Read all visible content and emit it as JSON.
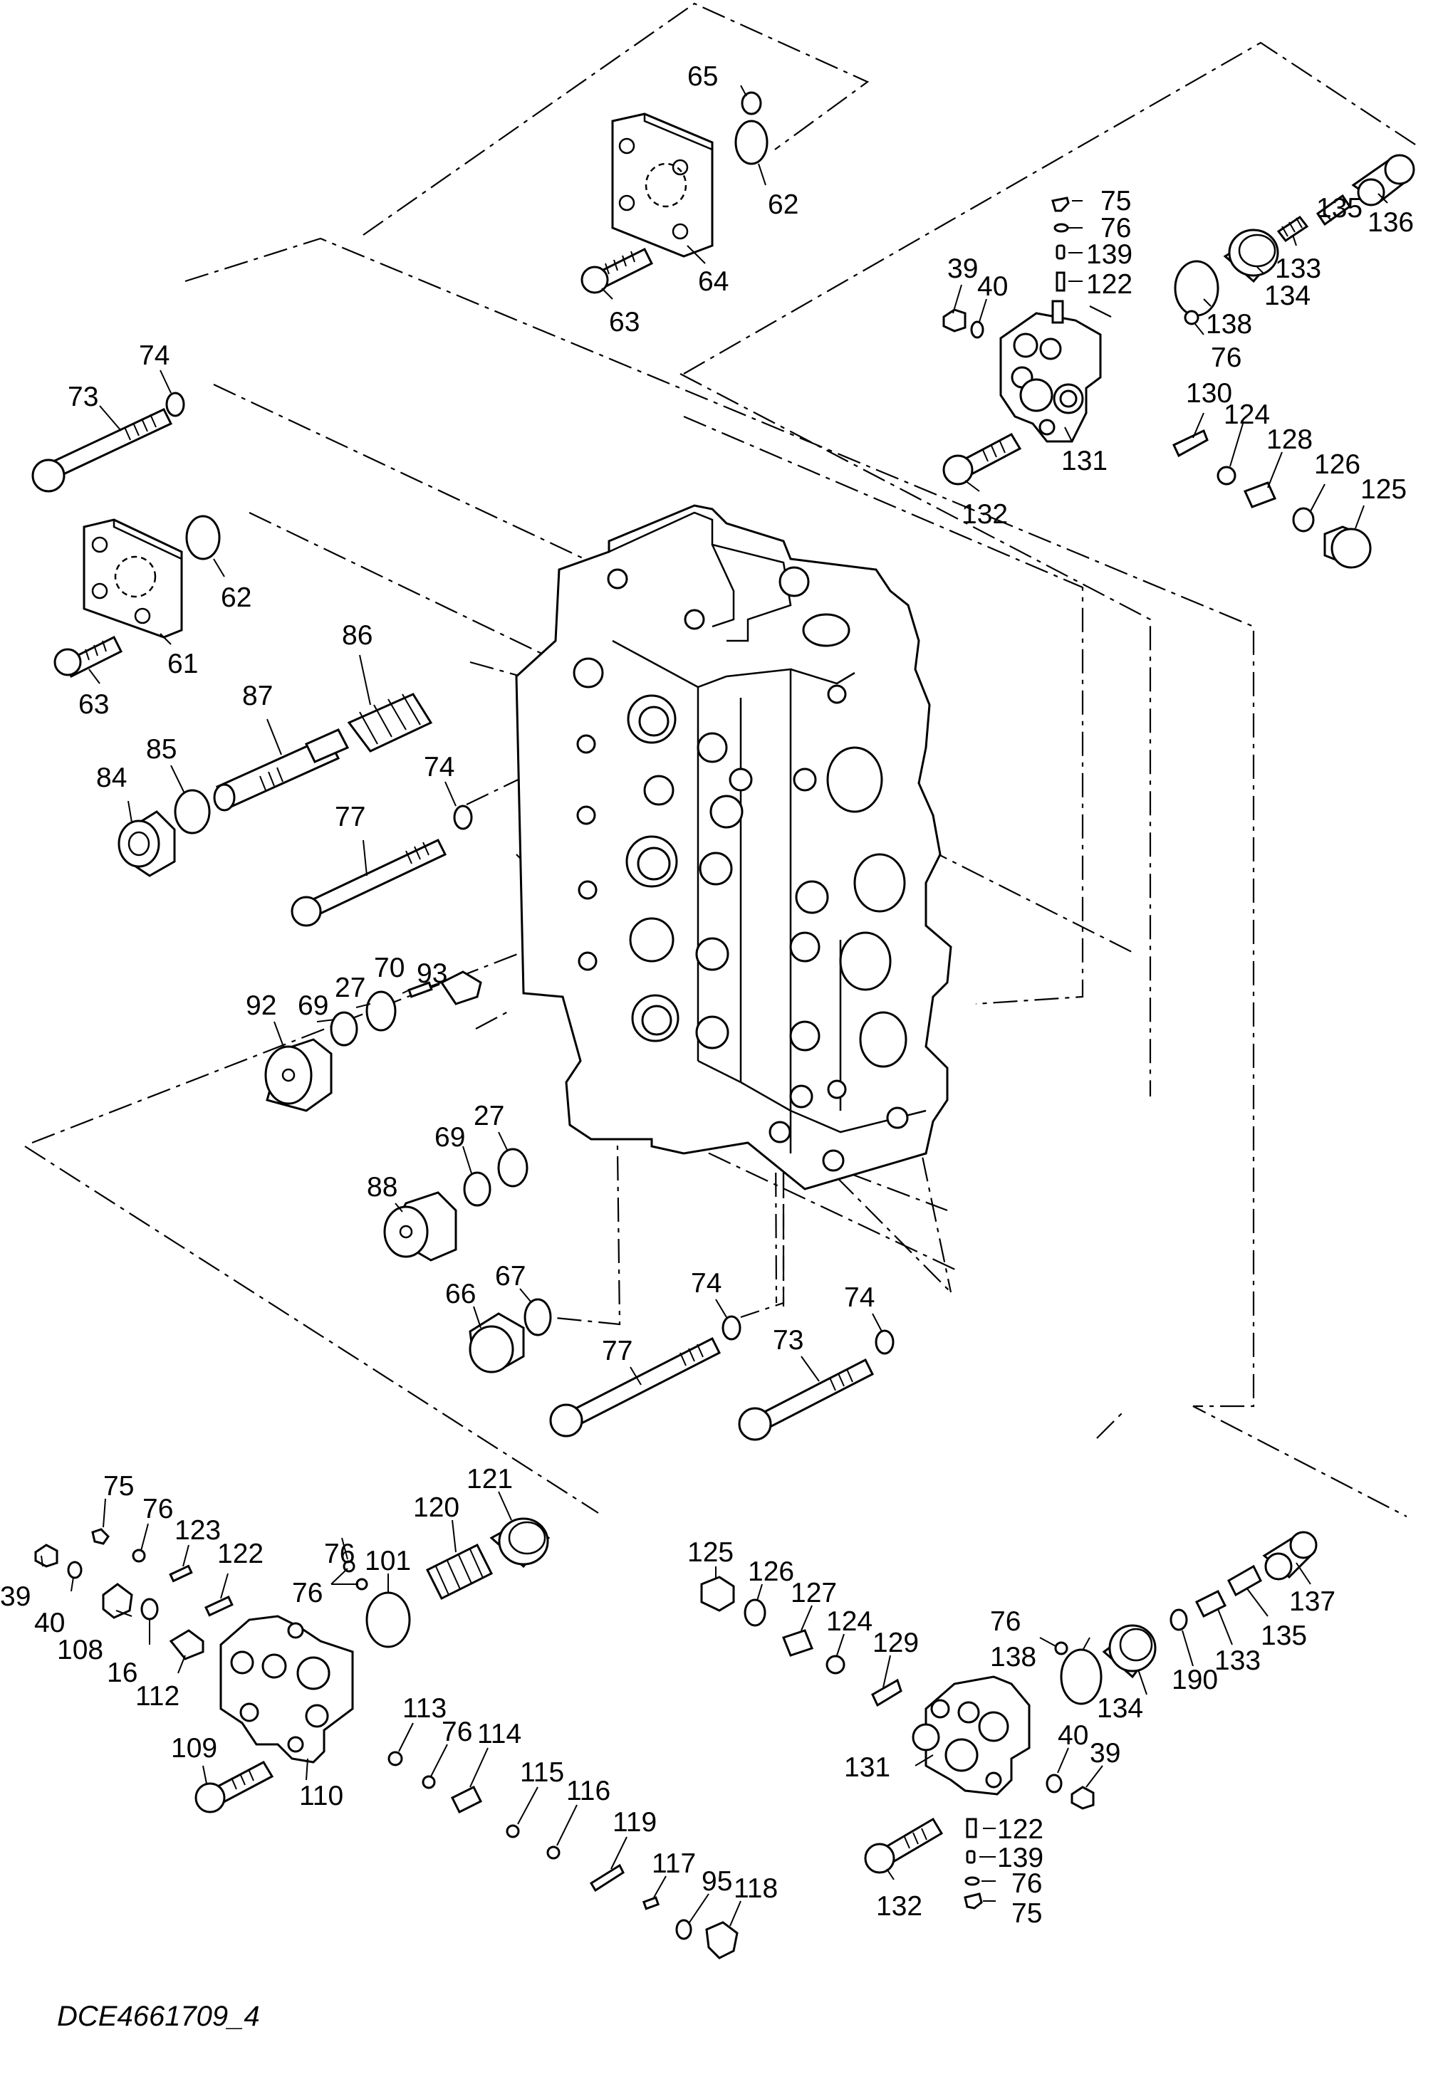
{
  "drawing_reference": "DCE4661709_4",
  "part_callouts": [
    {
      "id": "c65",
      "text": "65"
    },
    {
      "id": "c62a",
      "text": "62"
    },
    {
      "id": "c64",
      "text": "64"
    },
    {
      "id": "c63a",
      "text": "63"
    },
    {
      "id": "c75a",
      "text": "75"
    },
    {
      "id": "c76a",
      "text": "76"
    },
    {
      "id": "c139a",
      "text": "139"
    },
    {
      "id": "c122a",
      "text": "122"
    },
    {
      "id": "c136",
      "text": "136"
    },
    {
      "id": "c135a",
      "text": "135"
    },
    {
      "id": "c133a",
      "text": "133"
    },
    {
      "id": "c134a",
      "text": "134"
    },
    {
      "id": "c138a",
      "text": "138"
    },
    {
      "id": "c76b",
      "text": "76"
    },
    {
      "id": "c39a",
      "text": "39"
    },
    {
      "id": "c40a",
      "text": "40"
    },
    {
      "id": "c130",
      "text": "130"
    },
    {
      "id": "c124a",
      "text": "124"
    },
    {
      "id": "c128",
      "text": "128"
    },
    {
      "id": "c126a",
      "text": "126"
    },
    {
      "id": "c125a",
      "text": "125"
    },
    {
      "id": "c131a",
      "text": "131"
    },
    {
      "id": "c132a",
      "text": "132"
    },
    {
      "id": "c73a",
      "text": "73"
    },
    {
      "id": "c74a",
      "text": "74"
    },
    {
      "id": "c62b",
      "text": "62"
    },
    {
      "id": "c61",
      "text": "61"
    },
    {
      "id": "c63b",
      "text": "63"
    },
    {
      "id": "c86",
      "text": "86"
    },
    {
      "id": "c87",
      "text": "87"
    },
    {
      "id": "c85",
      "text": "85"
    },
    {
      "id": "c84",
      "text": "84"
    },
    {
      "id": "c74b",
      "text": "74"
    },
    {
      "id": "c77a",
      "text": "77"
    },
    {
      "id": "c93",
      "text": "93"
    },
    {
      "id": "c70",
      "text": "70"
    },
    {
      "id": "c27a",
      "text": "27"
    },
    {
      "id": "c69a",
      "text": "69"
    },
    {
      "id": "c92",
      "text": "92"
    },
    {
      "id": "c69b",
      "text": "69"
    },
    {
      "id": "c27b",
      "text": "27"
    },
    {
      "id": "c88",
      "text": "88"
    },
    {
      "id": "c67",
      "text": "67"
    },
    {
      "id": "c66",
      "text": "66"
    },
    {
      "id": "c74c",
      "text": "74"
    },
    {
      "id": "c77b",
      "text": "77"
    },
    {
      "id": "c74d",
      "text": "74"
    },
    {
      "id": "c73b",
      "text": "73"
    },
    {
      "id": "c75b",
      "text": "75"
    },
    {
      "id": "c76c",
      "text": "76"
    },
    {
      "id": "c123",
      "text": "123"
    },
    {
      "id": "c122b",
      "text": "122"
    },
    {
      "id": "c39b",
      "text": "39"
    },
    {
      "id": "c40b",
      "text": "40"
    },
    {
      "id": "c108",
      "text": "108"
    },
    {
      "id": "c16",
      "text": "16"
    },
    {
      "id": "c112",
      "text": "112"
    },
    {
      "id": "c76d",
      "text": "76"
    },
    {
      "id": "c76e",
      "text": "76"
    },
    {
      "id": "c101",
      "text": "101"
    },
    {
      "id": "c120",
      "text": "120"
    },
    {
      "id": "c121",
      "text": "121"
    },
    {
      "id": "c109",
      "text": "109"
    },
    {
      "id": "c110",
      "text": "110"
    },
    {
      "id": "c113",
      "text": "113"
    },
    {
      "id": "c76f",
      "text": "76"
    },
    {
      "id": "c114",
      "text": "114"
    },
    {
      "id": "c115",
      "text": "115"
    },
    {
      "id": "c116",
      "text": "116"
    },
    {
      "id": "c119",
      "text": "119"
    },
    {
      "id": "c117",
      "text": "117"
    },
    {
      "id": "c95",
      "text": "95"
    },
    {
      "id": "c118",
      "text": "118"
    },
    {
      "id": "c125b",
      "text": "125"
    },
    {
      "id": "c126b",
      "text": "126"
    },
    {
      "id": "c127",
      "text": "127"
    },
    {
      "id": "c124b",
      "text": "124"
    },
    {
      "id": "c129",
      "text": "129"
    },
    {
      "id": "c76g",
      "text": "76"
    },
    {
      "id": "c138b",
      "text": "138"
    },
    {
      "id": "c134b",
      "text": "134"
    },
    {
      "id": "c190",
      "text": "190"
    },
    {
      "id": "c133b",
      "text": "133"
    },
    {
      "id": "c135b",
      "text": "135"
    },
    {
      "id": "c137",
      "text": "137"
    },
    {
      "id": "c131b",
      "text": "131"
    },
    {
      "id": "c40c",
      "text": "40"
    },
    {
      "id": "c39c",
      "text": "39"
    },
    {
      "id": "c122c",
      "text": "122"
    },
    {
      "id": "c139b",
      "text": "139"
    },
    {
      "id": "c132b",
      "text": "132"
    },
    {
      "id": "c76h",
      "text": "76"
    },
    {
      "id": "c75c",
      "text": "75"
    }
  ]
}
